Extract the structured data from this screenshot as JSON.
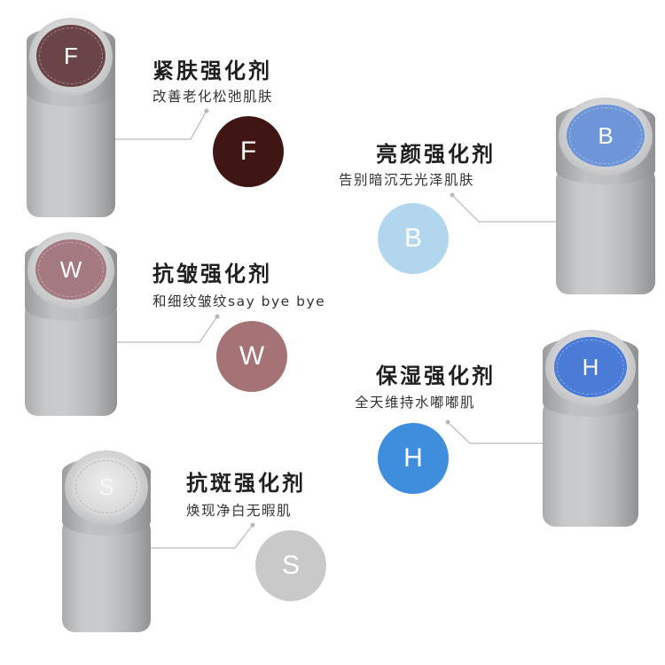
{
  "products": [
    {
      "id": "F",
      "title": "紧肤强化剂",
      "subtitle": "改善老化松弛肌肤",
      "letter": "F",
      "cap_letter": "F",
      "color": "#3f1613",
      "cap_color": "#6a4447"
    },
    {
      "id": "B",
      "title": "亮颜强化剂",
      "subtitle": "告别暗沉无光泽肌肤",
      "letter": "B",
      "cap_letter": "B",
      "color": "#b3d6ef",
      "cap_color": "#6d95d8"
    },
    {
      "id": "W",
      "title": "抗皱强化剂",
      "subtitle": "和细纹皱纹say bye bye",
      "letter": "W",
      "cap_letter": "W",
      "color": "#a57375",
      "cap_color": "#a47a80"
    },
    {
      "id": "H",
      "title": "保湿强化剂",
      "subtitle": "全天维持水嘟嘟肌",
      "letter": "H",
      "cap_letter": "H",
      "color": "#3f8ddd",
      "cap_color": "#4a7bd6"
    },
    {
      "id": "S",
      "title": "抗斑强化剂",
      "subtitle": "焕现净白无暇肌",
      "letter": "S",
      "cap_letter": "S",
      "color": "#c9c9c9",
      "cap_color": "#d8d8d8"
    }
  ]
}
